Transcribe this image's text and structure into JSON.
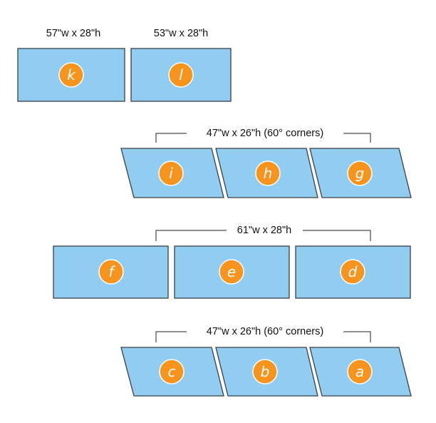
{
  "rows": [
    {
      "labels": [
        "57\"w x 28\"h",
        "53\"w x 28\"h"
      ],
      "panels": [
        "k",
        "l"
      ]
    },
    {
      "label": "47\"w x 26\"h (60° corners)",
      "panels": [
        "i",
        "h",
        "g"
      ]
    },
    {
      "label": "61\"w x 28\"h",
      "panels": [
        "f",
        "e",
        "d"
      ]
    },
    {
      "label": "47\"w x 26\"h (60° corners)",
      "panels": [
        "c",
        "b",
        "a"
      ]
    }
  ],
  "colors": {
    "panel": "#90cdf1",
    "badge": "#f7941d"
  }
}
